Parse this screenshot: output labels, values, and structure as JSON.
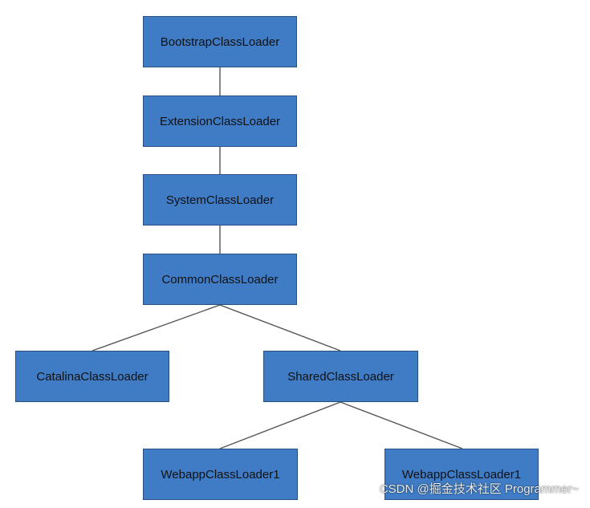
{
  "diagram": {
    "nodes": {
      "bootstrap": "BootstrapClassLoader",
      "extension": "ExtensionClassLoader",
      "system": "SystemClassLoader",
      "common": "CommonClassLoader",
      "catalina": "CatalinaClassLoader",
      "shared": "SharedClassLoader",
      "webapp1": "WebappClassLoader1",
      "webapp2": "WebappClassLoader1"
    },
    "edges": [
      [
        "bootstrap",
        "extension"
      ],
      [
        "extension",
        "system"
      ],
      [
        "system",
        "common"
      ],
      [
        "common",
        "catalina"
      ],
      [
        "common",
        "shared"
      ],
      [
        "shared",
        "webapp1"
      ],
      [
        "shared",
        "webapp2"
      ]
    ],
    "colors": {
      "node_fill": "#3f7cc5",
      "node_border": "#2a4f82",
      "connector": "#555555"
    }
  },
  "watermark": "CSDN @掘金技术社区 Programmer~"
}
